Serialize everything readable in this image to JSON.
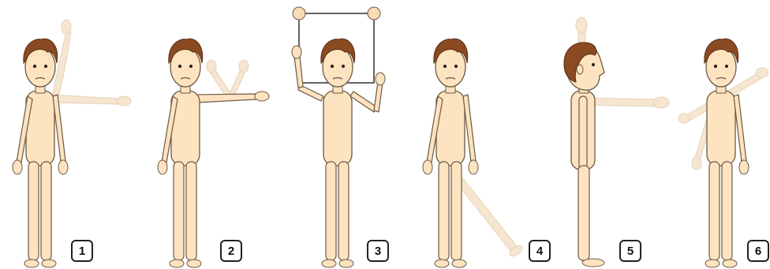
{
  "colors": {
    "skin": "#fde3bf",
    "skin_outline": "#6b5a45",
    "ghost_limb": "#f6e6cf",
    "hair": "#8a4a22",
    "hair_dark": "#5a2e14",
    "eyes": "#1a1a1a",
    "frame": "#333333",
    "handle": "#f7dcb4"
  },
  "panels": [
    {
      "number": "1"
    },
    {
      "number": "2"
    },
    {
      "number": "3"
    },
    {
      "number": "4"
    },
    {
      "number": "5"
    },
    {
      "number": "6"
    }
  ]
}
